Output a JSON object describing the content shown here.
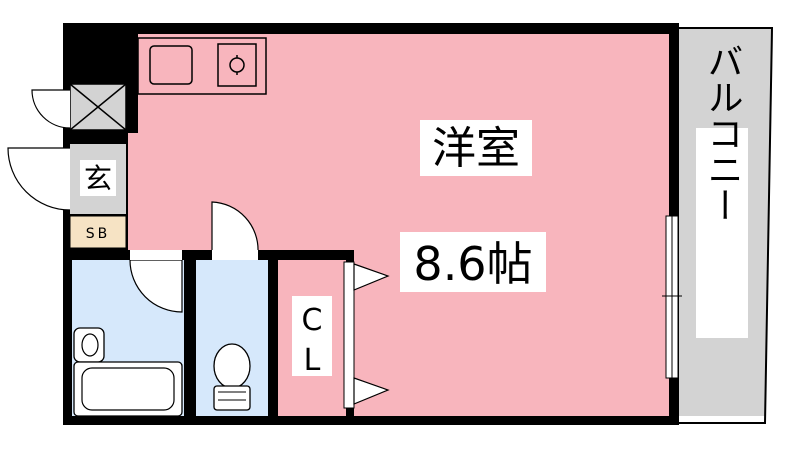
{
  "rooms": {
    "western": {
      "name": "洋室",
      "size": "8.6帖"
    },
    "entrance": {
      "name": "玄"
    },
    "shoe_box": {
      "name": "SB"
    },
    "closet": {
      "line1": "C",
      "line2": "L"
    },
    "balcony": {
      "name": "バルコニー"
    }
  },
  "colors": {
    "wall": "#000000",
    "room": "#f8b5bd",
    "bath": "#d6e8fb",
    "balcony": "#d3d3d3",
    "entrance": "#d3d3d3",
    "shoe_box": "#f6e3c4",
    "background": "#ffffff"
  }
}
